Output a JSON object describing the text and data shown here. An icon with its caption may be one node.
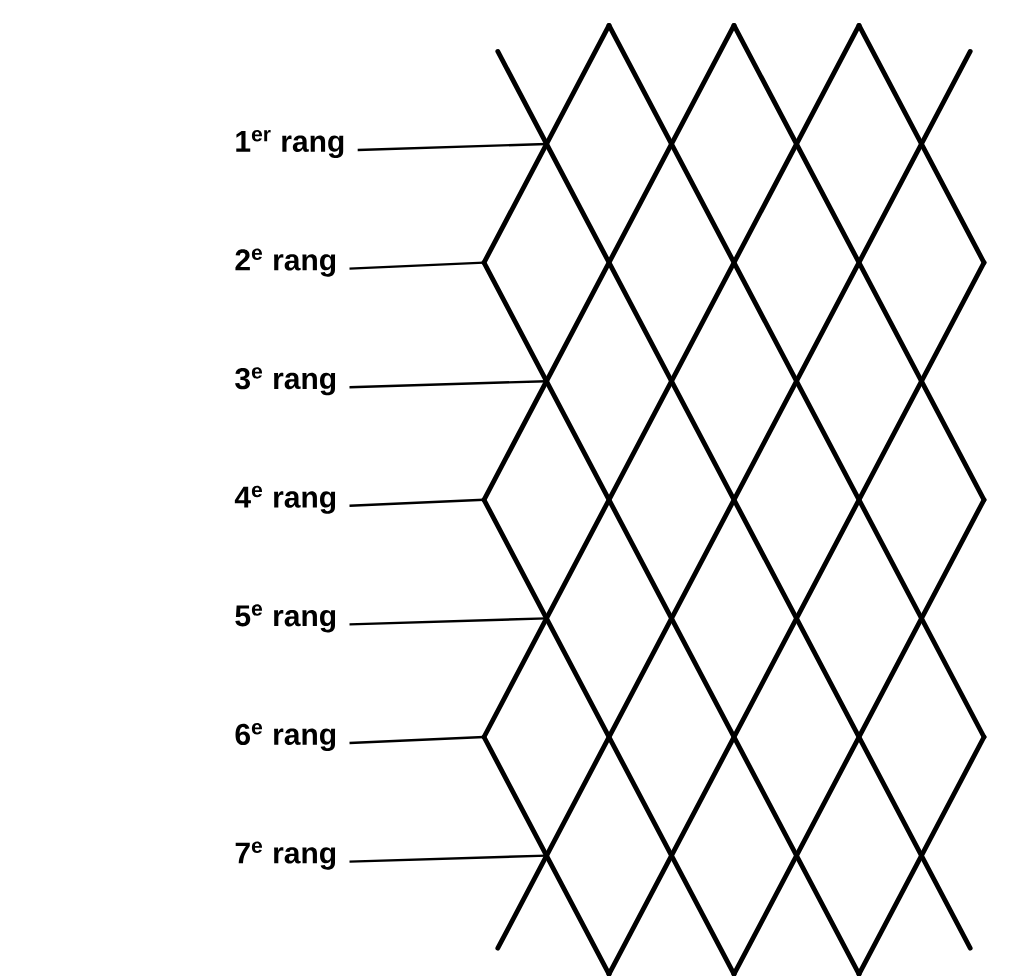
{
  "diagram": {
    "nodes": [
      {
        "text": [
          "1$^{er}$ rang"
        ]
      },
      {
        "text": [
          "2$^{e}$ rang"
        ]
      },
      {
        "text": [
          "3$^{e}$ rang"
        ]
      },
      {
        "text": [
          "4$^{e}$ rang"
        ]
      },
      {
        "text": [
          "5$^{e}$ rang"
        ]
      },
      {
        "text": [
          "6$^{e}$ rang"
        ]
      },
      {
        "text": [
          "7$^{e}$ rang"
        ]
      }
    ],
    "edges": [
      {
        "from": 0,
        "to": null,
        "arrow": "none"
      },
      {
        "from": 1,
        "to": null,
        "arrow": "none"
      },
      {
        "from": 2,
        "to": null,
        "arrow": "none"
      },
      {
        "from": 3,
        "to": null,
        "arrow": "none"
      },
      {
        "from": 4,
        "to": null,
        "arrow": "none"
      },
      {
        "from": 5,
        "to": null,
        "arrow": "none"
      },
      {
        "from": 6,
        "to": null,
        "arrow": "none"
      }
    ]
  }
}
